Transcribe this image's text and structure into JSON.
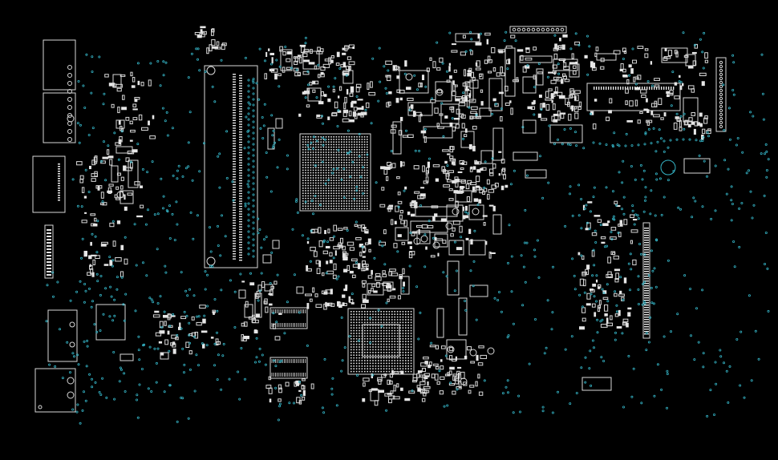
{
  "view": {
    "background": "#000000",
    "outline_color": "#d8d8d8",
    "via_color": "#35b6c8",
    "pad_color": "#e6e6e6"
  },
  "components": {
    "cpu_socket": "cpu-bga-package",
    "gpu_package": "gpu-bga-package",
    "dimm_slot": "memory-dimm-slot",
    "left_io": "rear-io-connectors",
    "right_connector": "right-edge-header"
  }
}
